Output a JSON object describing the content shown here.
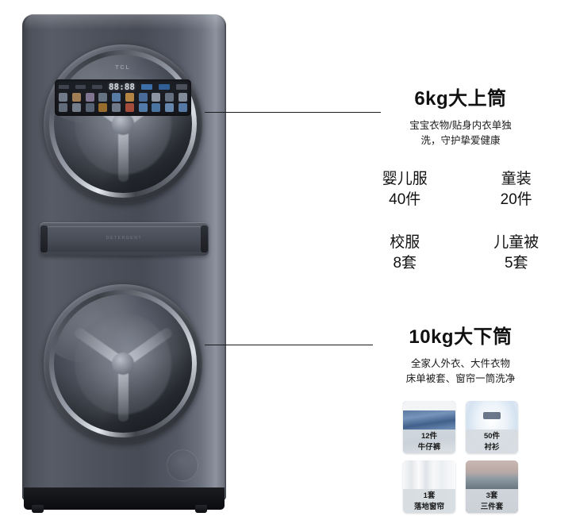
{
  "appliance": {
    "brand_logo": "TCL",
    "display_readout": "88:88",
    "drawer_text": "DETERGENT",
    "upper_drum_name": "upper-washer-drum",
    "lower_drum_name": "lower-washer-drum"
  },
  "callouts": [
    {
      "title": "6kg大上筒",
      "desc_line1": "宝宝衣物/贴身内衣单独",
      "desc_line2": "洗，守护挚爱健康",
      "stats": [
        {
          "name": "婴儿服",
          "qty": "40件"
        },
        {
          "name": "童装",
          "qty": "20件"
        },
        {
          "name": "校服",
          "qty": "8套"
        },
        {
          "name": "儿童被",
          "qty": "5套"
        }
      ]
    },
    {
      "title": "10kg大下筒",
      "desc_line1": "全家人外衣、大件衣物",
      "desc_line2": "床单被套、窗帘一筒洗净",
      "cards": [
        {
          "qty": "12件",
          "label": "牛仔裤",
          "art": "art-jeans"
        },
        {
          "qty": "50件",
          "label": "衬衫",
          "art": "art-shirt"
        },
        {
          "qty": "1套",
          "label": "落地窗帘",
          "art": "art-curtain"
        },
        {
          "qty": "3套",
          "label": "三件套",
          "art": "art-bedding"
        }
      ]
    }
  ],
  "colors": {
    "background": "#ffffff",
    "body_text": "#111111",
    "leader_line": "#1c1c1c",
    "cabinet_gray": "#4a4e58",
    "caption_bg": "#d6dbe0"
  }
}
